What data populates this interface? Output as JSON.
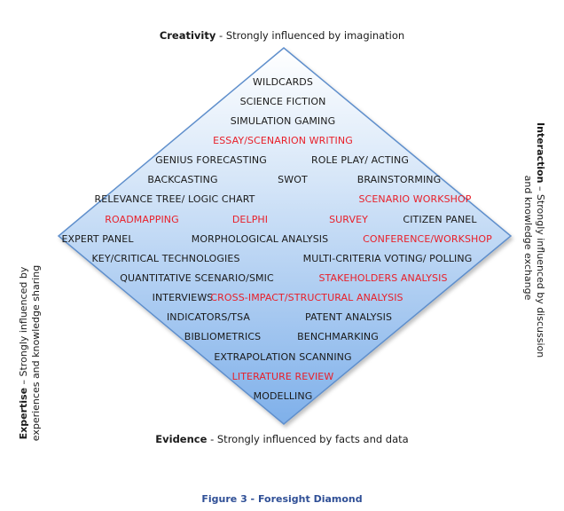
{
  "top": {
    "label": "Creativity",
    "text": " - Strongly influenced by imagination"
  },
  "bottom": {
    "label": "Evidence",
    "text": " - Strongly influenced by facts and data"
  },
  "left": {
    "label": "Expertise",
    "line1": " – Strongly influenced by",
    "line2": "experiences and knowledge sharing"
  },
  "right": {
    "label": "Interaction",
    "line1": " – Strongly influenced by discussion",
    "line2": "and knowledge exchange"
  },
  "colors": {
    "black_term": "#1a1a1a",
    "red_term": "#e8202a",
    "caption": "#2f4f96",
    "diamond_fill_top": "#ffffff",
    "diamond_fill_bottom": "#7fb0ea",
    "diamond_stroke": "#5f8fcc"
  },
  "terms": [
    {
      "text": "WILDCARDS",
      "color": "black"
    },
    {
      "text": "SCIENCE FICTION",
      "color": "black"
    },
    {
      "text": "SIMULATION GAMING",
      "color": "black"
    },
    {
      "text": "ESSAY/SCENARION WRITING",
      "color": "red"
    },
    {
      "text": "GENIUS FORECASTING",
      "color": "black"
    },
    {
      "text": "ROLE PLAY/ ACTING",
      "color": "black"
    },
    {
      "text": "BACKCASTING",
      "color": "black"
    },
    {
      "text": "SWOT",
      "color": "black"
    },
    {
      "text": "BRAINSTORMING",
      "color": "black"
    },
    {
      "text": "RELEVANCE TREE/ LOGIC CHART",
      "color": "black"
    },
    {
      "text": "SCENARIO WORKSHOP",
      "color": "red"
    },
    {
      "text": "ROADMAPPING",
      "color": "red"
    },
    {
      "text": "DELPHI",
      "color": "red"
    },
    {
      "text": "SURVEY",
      "color": "red"
    },
    {
      "text": "CITIZEN PANEL",
      "color": "black"
    },
    {
      "text": "EXPERT PANEL",
      "color": "black"
    },
    {
      "text": "MORPHOLOGICAL ANALYSIS",
      "color": "black"
    },
    {
      "text": "CONFERENCE/WORKSHOP",
      "color": "red"
    },
    {
      "text": "KEY/CRITICAL TECHNOLOGIES",
      "color": "black"
    },
    {
      "text": "MULTI-CRITERIA VOTING/ POLLING",
      "color": "black"
    },
    {
      "text": "QUANTITATIVE SCENARIO/SMIC",
      "color": "black"
    },
    {
      "text": "STAKEHOLDERS ANALYSIS",
      "color": "red"
    },
    {
      "text": "INTERVIEWS",
      "color": "black"
    },
    {
      "text": "CROSS-IMPACT/STRUCTURAL ANALYSIS",
      "color": "red"
    },
    {
      "text": "INDICATORS/TSA",
      "color": "black"
    },
    {
      "text": "PATENT ANALYSIS",
      "color": "black"
    },
    {
      "text": "BIBLIOMETRICS",
      "color": "black"
    },
    {
      "text": "BENCHMARKING",
      "color": "black"
    },
    {
      "text": "EXTRAPOLATION SCANNING",
      "color": "black"
    },
    {
      "text": "LITERATURE REVIEW",
      "color": "red"
    },
    {
      "text": "MODELLING",
      "color": "black"
    }
  ],
  "caption": "Figure 3 - Foresight Diamond"
}
